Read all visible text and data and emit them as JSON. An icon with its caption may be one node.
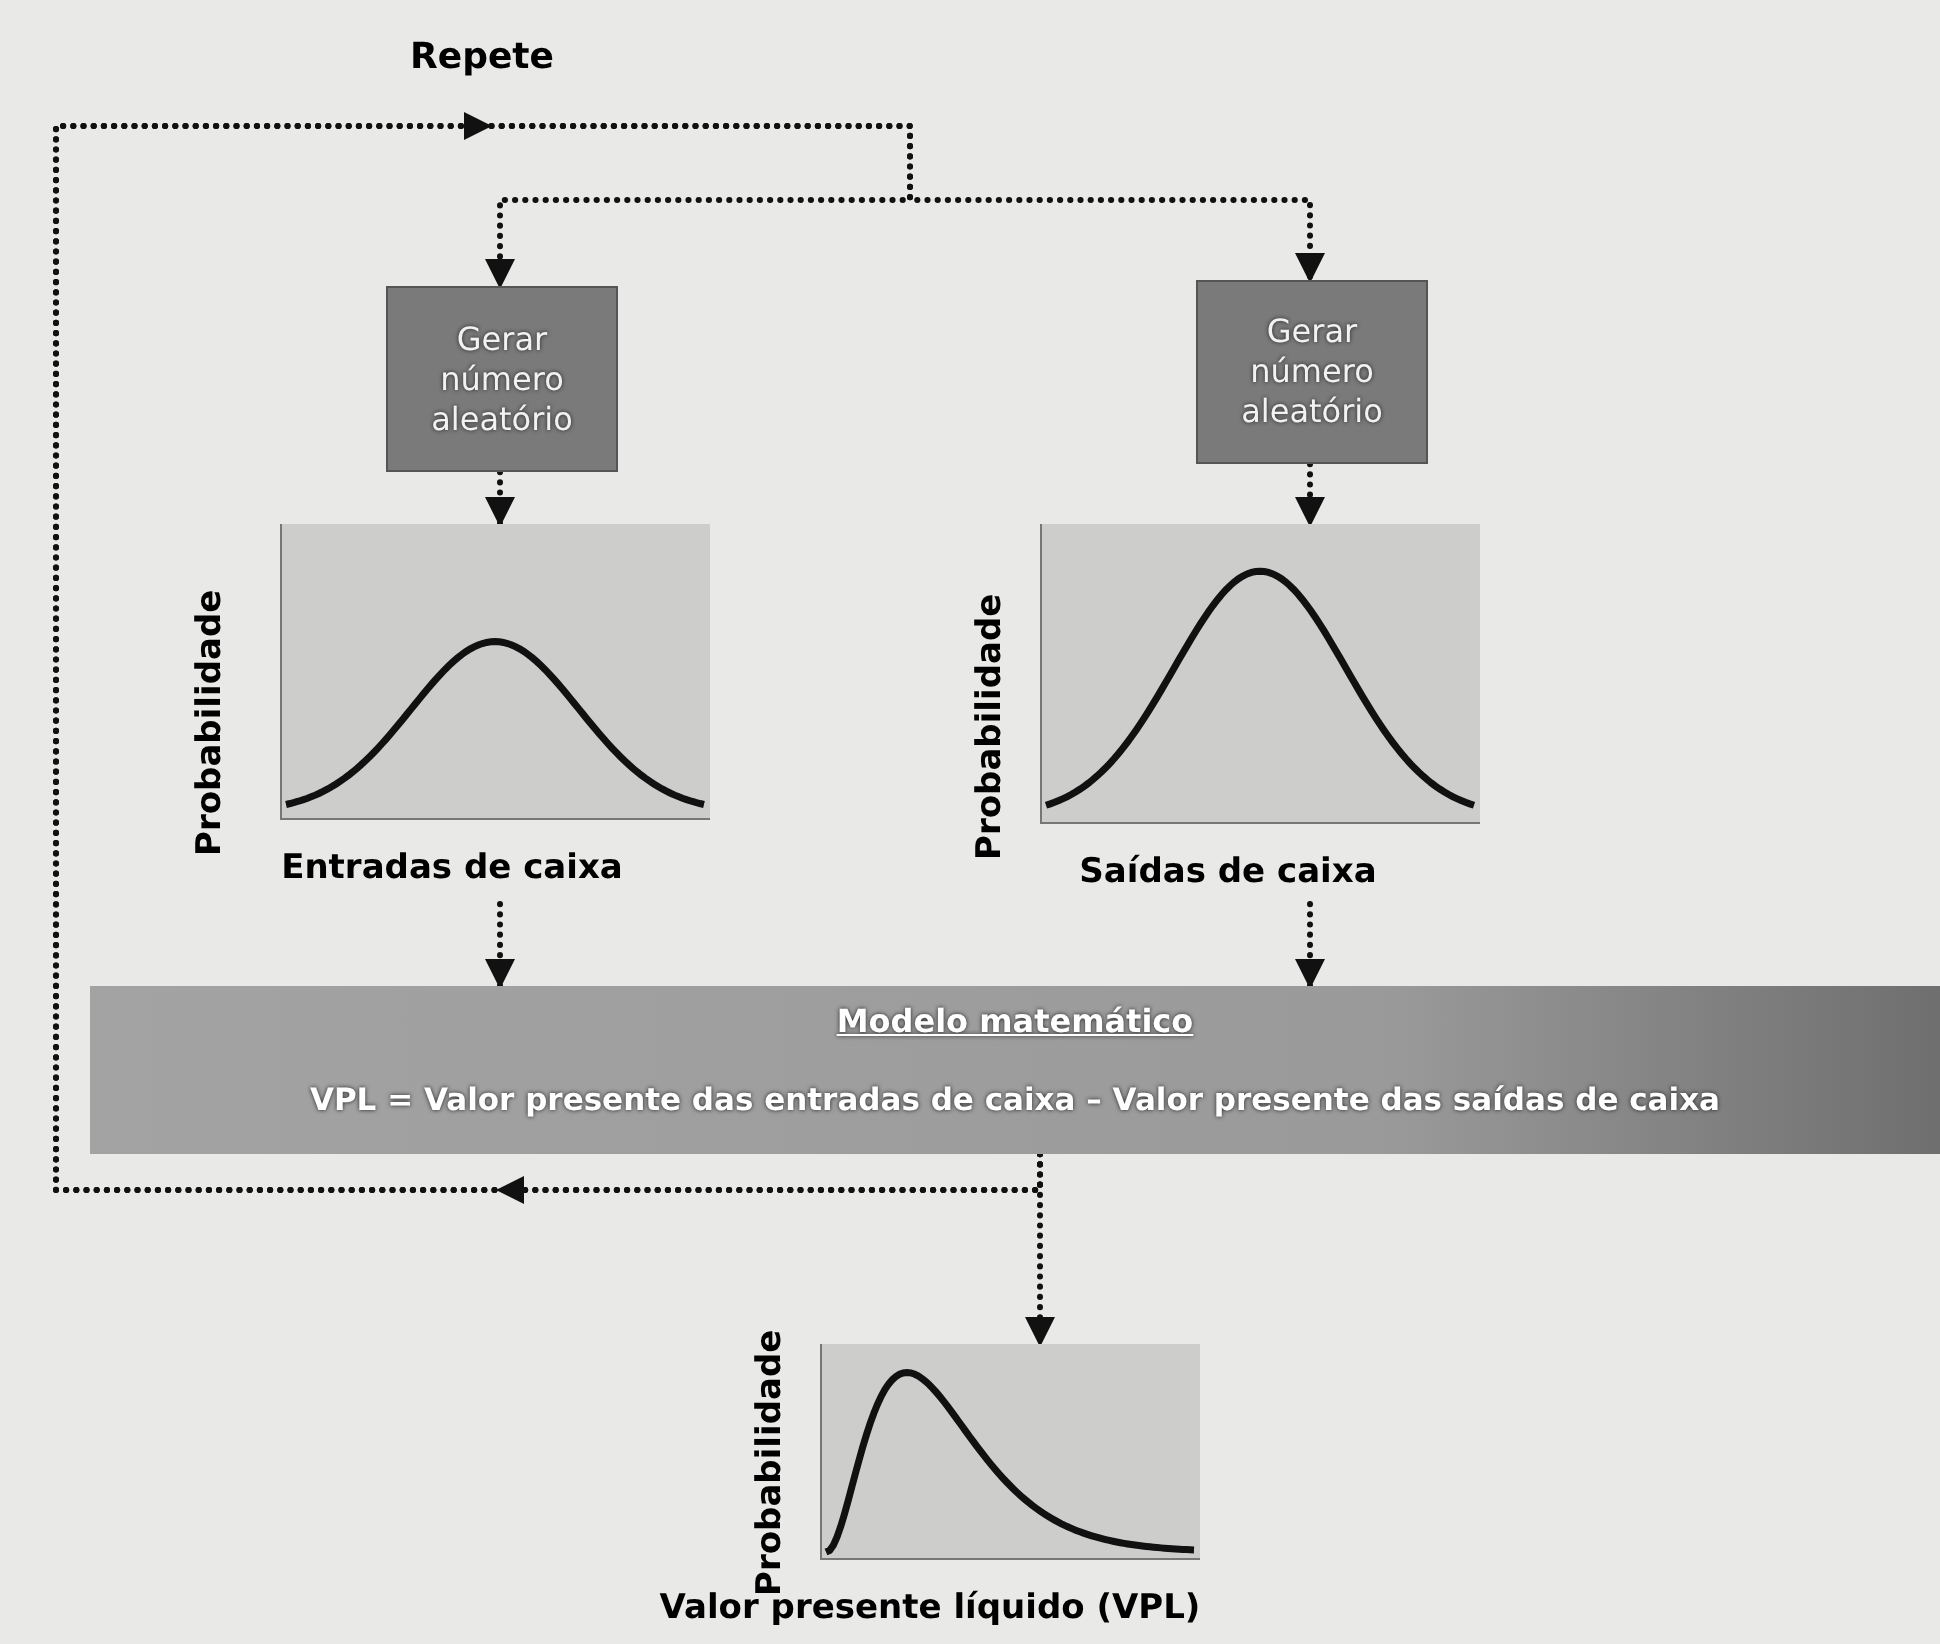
{
  "diagram": {
    "nodes": [
      {
        "text": [
          "Gerar número aleatório"
        ]
      },
      {
        "text": [
          "Gerar número aleatório"
        ]
      },
      {
        "text": [
          "Probabilidade",
          "Entradas de caixa"
        ]
      },
      {
        "text": [
          "Probabilidade",
          "Saídas de caixa"
        ]
      },
      {
        "text": [
          "Modelo matemático",
          "VPL = Valor presente das entradas de caixa – Valor presente das saídas de caixa"
        ]
      },
      {
        "text": [
          "Probabilidade",
          "Valor presente líquido (VPL)"
        ]
      }
    ],
    "edges": [
      {
        "from": 0,
        "to": 2,
        "arrow": "to"
      },
      {
        "from": 1,
        "to": 3,
        "arrow": "to"
      },
      {
        "from": 2,
        "to": 4,
        "arrow": "to"
      },
      {
        "from": 3,
        "to": 4,
        "arrow": "to"
      },
      {
        "from": 4,
        "to": 5,
        "arrow": "to"
      },
      {
        "from": 4,
        "to": 0,
        "arrow": "to"
      },
      {
        "from": 4,
        "to": 1,
        "arrow": "to"
      }
    ],
    "labels": [
      "Repete"
    ]
  }
}
